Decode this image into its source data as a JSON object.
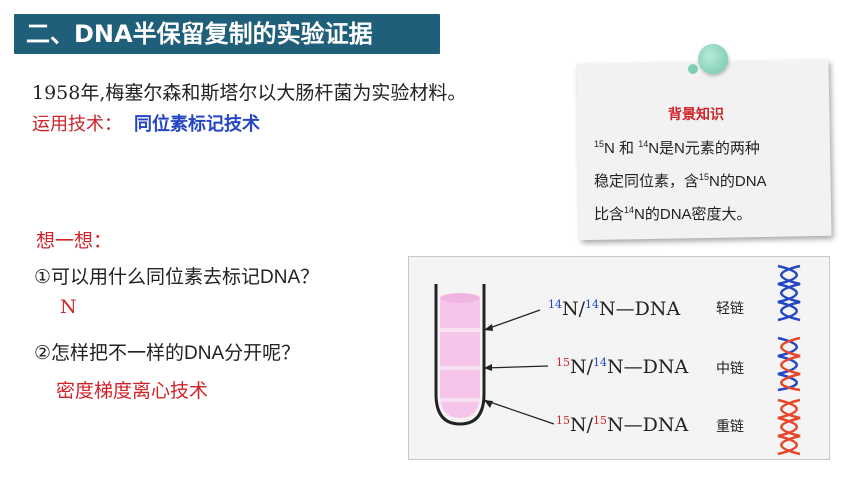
{
  "title": "二、DNA半保留复制的实验证据",
  "intro": "1958年,梅塞尔森和斯塔尔以大肠杆菌为实验材料。",
  "technique": {
    "label": "运用技术：",
    "value": "同位素标记技术"
  },
  "think": "想一想：",
  "q1": "①可以用什么同位素去标记DNA？",
  "a1": "N",
  "q2": "②怎样把不一样的DNA分开呢？",
  "a2": "密度梯度离心技术",
  "note": {
    "title": "背景知识",
    "p1_sup_a": "15",
    "p1_text_a": "N 和 ",
    "p1_sup_b": "14",
    "p1_text_b": "N是N元素的两种",
    "p2": "稳定同位素，含",
    "p2_sup": "15",
    "p2_end": "N的DNA",
    "p3_start": "比含",
    "p3_sup": "14",
    "p3_end": "N的DNA密度大。"
  },
  "diagram": {
    "light": {
      "sup1": "14",
      "mid": "N/",
      "sup2": "14",
      "end": "N—DNA",
      "band": "轻链"
    },
    "hybrid": {
      "sup1": "15",
      "mid": "N/",
      "sup2": "14",
      "end": "N—DNA",
      "band": "中链"
    },
    "heavy": {
      "sup1": "15",
      "mid": "N/",
      "sup2": "15",
      "end": "N—DNA",
      "band": "重链"
    },
    "colors": {
      "blue_strand": "#2446c4",
      "red_strand": "#e8462a",
      "tube_fill": "#f6c6ea"
    }
  }
}
